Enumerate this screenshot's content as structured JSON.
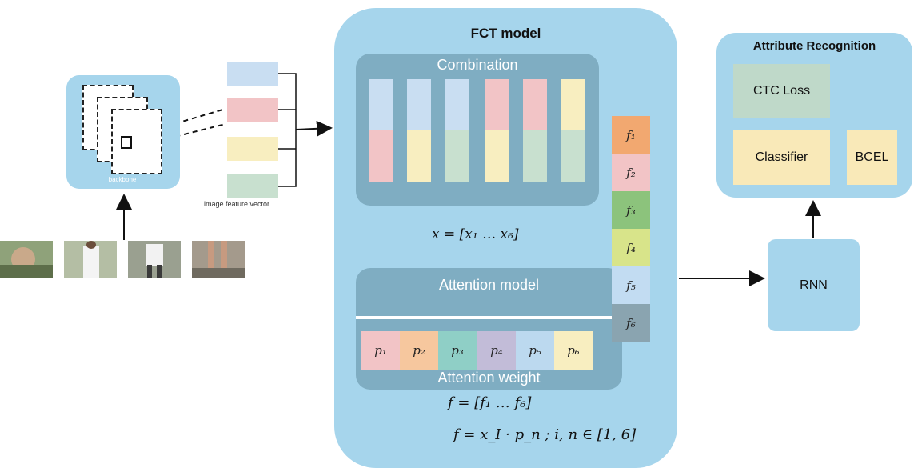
{
  "backbone": {
    "label": "backbone"
  },
  "feature_vector": {
    "label": "image feature vector",
    "colors": [
      "#c9def2",
      "#f2c4c6",
      "#f8eec0",
      "#c8e0cf"
    ]
  },
  "fct": {
    "title": "FCT model",
    "combination": {
      "title": "Combination",
      "columns": [
        [
          "#c9def2",
          "#f2c4c6"
        ],
        [
          "#c9def2",
          "#f8eec0"
        ],
        [
          "#c9def2",
          "#c8e0cf"
        ],
        [
          "#f2c4c6",
          "#f8eec0"
        ],
        [
          "#f2c4c6",
          "#c8e0cf"
        ],
        [
          "#f8eec0",
          "#c8e0cf"
        ]
      ]
    },
    "x_equation": "x = [x₁ … x₆]",
    "attention": {
      "title": "Attention model",
      "weight_label": "Attention weight",
      "p_cells": [
        {
          "label": "p₁",
          "color": "#f2c4c6"
        },
        {
          "label": "p₂",
          "color": "#f6c79e"
        },
        {
          "label": "p₃",
          "color": "#8fcfc6"
        },
        {
          "label": "p₄",
          "color": "#c2bcd8"
        },
        {
          "label": "p₅",
          "color": "#bcd9ef"
        },
        {
          "label": "p₆",
          "color": "#f8eec0"
        }
      ]
    },
    "f_equation": "f = [f₁ … f₆]",
    "f_full_equation": "f = x_I · p_n ; i, n ∈ [1, 6]",
    "f_cells": [
      {
        "label": "f₁",
        "color": "#f2a870"
      },
      {
        "label": "f₂",
        "color": "#f2c4c6"
      },
      {
        "label": "f₃",
        "color": "#8cc37c"
      },
      {
        "label": "f₄",
        "color": "#d8e48a"
      },
      {
        "label": "f₅",
        "color": "#c2dcf2"
      },
      {
        "label": "f₆",
        "color": "#8aa4b0"
      }
    ]
  },
  "attribute_recognition": {
    "title": "Attribute Recognition",
    "ctc_loss": "CTC Loss",
    "classifier": "Classifier",
    "bcel": "BCEL"
  },
  "rnn": {
    "label": "RNN"
  },
  "colors": {
    "panel": "#a6d5ec",
    "inner_panel": "#7fadc2",
    "flow_arrow": "#9fb6e6"
  }
}
